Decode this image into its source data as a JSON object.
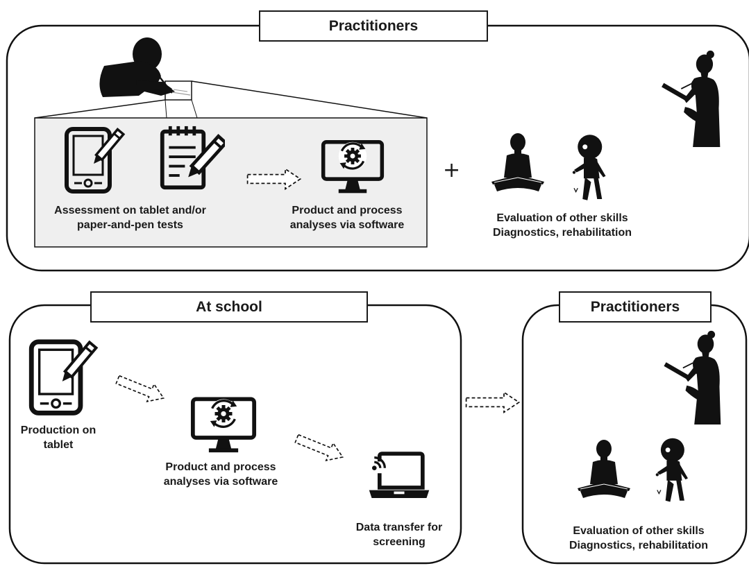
{
  "panels": {
    "top": {
      "title": "Practitioners",
      "assessment_label": [
        "Assessment on tablet and/or",
        "paper-and-pen tests"
      ],
      "software_label": [
        "Product and process",
        "analyses via software"
      ],
      "plus": "+",
      "other_skills_label": [
        "Evaluation of other skills",
        "Diagnostics, rehabilitation"
      ]
    },
    "school": {
      "title": "At school",
      "production_label": [
        "Production on",
        "tablet"
      ],
      "software_label": [
        "Product and process",
        "analyses via software"
      ],
      "transfer_label": [
        "Data transfer for",
        "screening"
      ]
    },
    "practitioners_right": {
      "title": "Practitioners",
      "other_skills_label": [
        "Evaluation of other skills",
        "Diagnostics, rehabilitation"
      ]
    }
  },
  "colors": {
    "stroke": "#1a1a1a",
    "silhouette": "#111111",
    "inset_fill": "#efefef"
  },
  "icons": [
    "writing-child-silhouette",
    "tablet-pen-icon",
    "notepad-pencil-icon",
    "monitor-gear-icon",
    "reading-child-silhouette",
    "standing-child-silhouette",
    "woman-clipboard-silhouette",
    "laptop-wifi-icon",
    "dashed-arrow-icon"
  ]
}
